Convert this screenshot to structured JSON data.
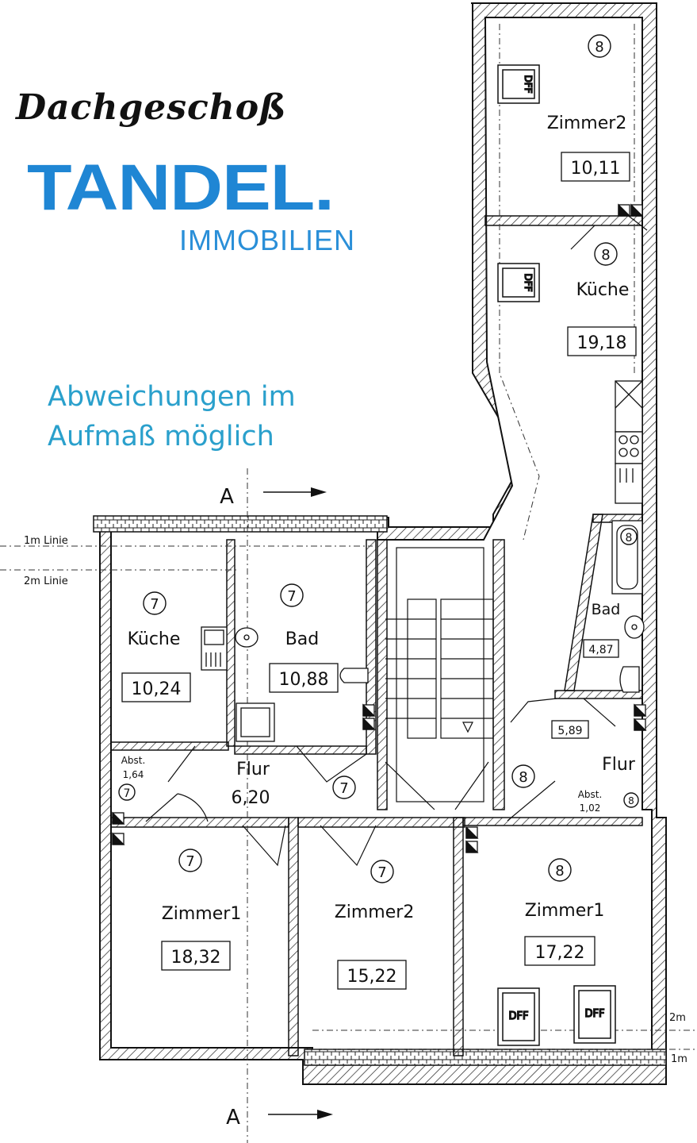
{
  "title": "Dachgeschoß",
  "brand": {
    "name": "TANDEL.",
    "sub": "IMMOBILIEN"
  },
  "note": {
    "line1": "Abweichungen im",
    "line2": "Aufmaß möglich"
  },
  "section_marker": "A",
  "line_labels": {
    "one_m": "1m Linie",
    "two_m": "2m Linie",
    "one_m_short": "1m",
    "two_m_short": "2m"
  },
  "skylight_label": "DFF",
  "units": {
    "left": "7",
    "right": "8"
  },
  "rooms_left": {
    "kueche": {
      "name": "Küche",
      "area": "10,24"
    },
    "bad": {
      "name": "Bad",
      "area": "10,88"
    },
    "abst": {
      "name": "Abst.",
      "area": "1,64"
    },
    "flur": {
      "name": "Flur",
      "area": "6,20"
    },
    "zimmer1": {
      "name": "Zimmer1",
      "area": "18,32"
    },
    "zimmer2": {
      "name": "Zimmer2",
      "area": "15,22"
    }
  },
  "rooms_right": {
    "zimmer2": {
      "name": "Zimmer2",
      "area": "10,11"
    },
    "kueche": {
      "name": "Küche",
      "area": "19,18"
    },
    "bad": {
      "name": "Bad",
      "area": "4,87"
    },
    "flur": {
      "name": "Flur",
      "area": "5,89"
    },
    "abst": {
      "name": "Abst.",
      "area": "1,02"
    },
    "zimmer1": {
      "name": "Zimmer1",
      "area": "17,22"
    }
  }
}
